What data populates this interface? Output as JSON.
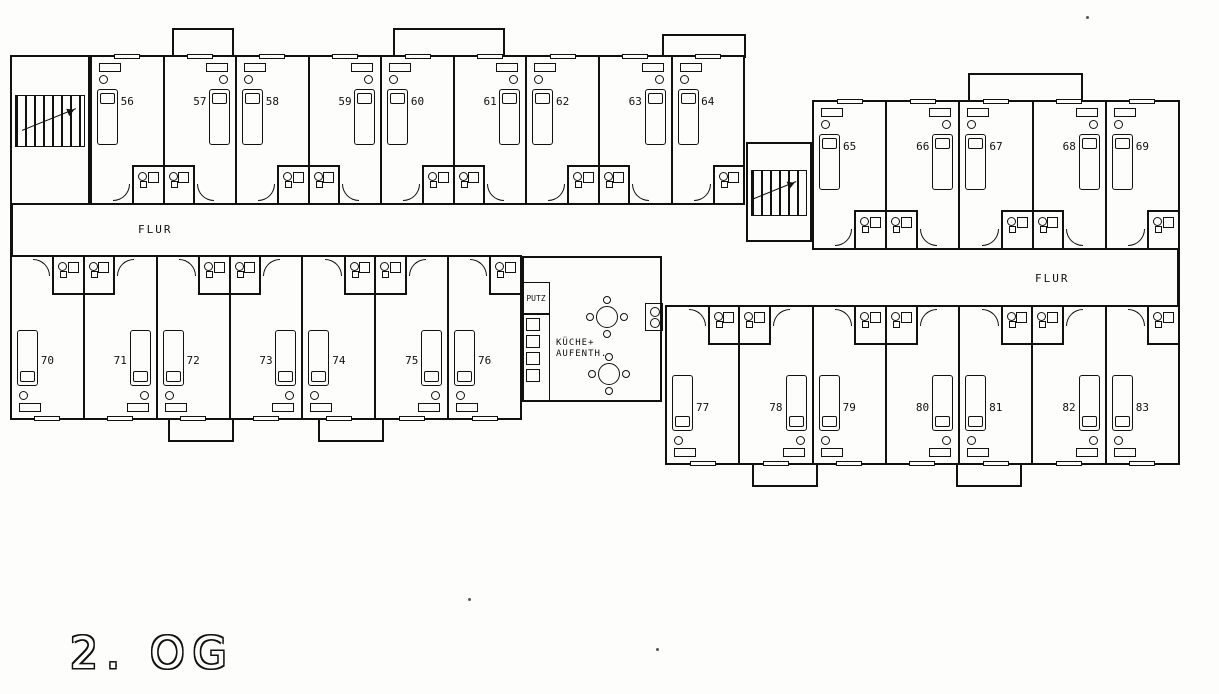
{
  "title": "2. OG",
  "labels": {
    "corridor_left": "FLUR",
    "corridor_right": "FLUR",
    "putz": "PUTZ",
    "kitchen_line1": "KÜCHE+",
    "kitchen_line2": "AUFENTH."
  },
  "rooms": {
    "top_left": [
      "56",
      "57",
      "58",
      "59",
      "60",
      "61",
      "62",
      "63",
      "64"
    ],
    "top_right": [
      "65",
      "66",
      "67",
      "68",
      "69"
    ],
    "bottom_left": [
      "70",
      "71",
      "72",
      "73",
      "74",
      "75",
      "76"
    ],
    "bottom_right": [
      "77",
      "78",
      "79",
      "80",
      "81",
      "82",
      "83"
    ]
  }
}
